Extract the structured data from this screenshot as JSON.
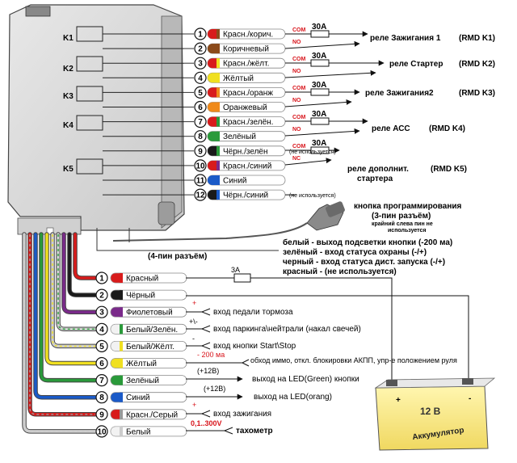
{
  "module": {
    "relays": [
      "K1",
      "K2",
      "K3",
      "K4",
      "K5"
    ]
  },
  "top_pins": [
    {
      "num": "1",
      "label": "Красн./корич.",
      "color": "#d81b1b",
      "stripe": "#8b4a1a"
    },
    {
      "num": "2",
      "label": "Коричневый",
      "color": "#8b4a1a",
      "stripe": "#8b4a1a"
    },
    {
      "num": "3",
      "label": "Красн./жёлт.",
      "color": "#d81b1b",
      "stripe": "#f0e020"
    },
    {
      "num": "4",
      "label": "Жёлтый",
      "color": "#f0e020",
      "stripe": "#f0e020"
    },
    {
      "num": "5",
      "label": "Красн./оранж",
      "color": "#d81b1b",
      "stripe": "#f08a1a"
    },
    {
      "num": "6",
      "label": "Оранжевый",
      "color": "#f08a1a",
      "stripe": "#f08a1a"
    },
    {
      "num": "7",
      "label": "Красн./зелён.",
      "color": "#d81b1b",
      "stripe": "#2a9a3a"
    },
    {
      "num": "8",
      "label": "Зелёный",
      "color": "#2a9a3a",
      "stripe": "#2a9a3a"
    },
    {
      "num": "9",
      "label": "Чёрн./зелён",
      "color": "#1a1a1a",
      "stripe": "#2a9a3a"
    },
    {
      "num": "10",
      "label": "Красн./синий",
      "color": "#d81b1b",
      "stripe": "#7a2a8a"
    },
    {
      "num": "11",
      "label": "Синий",
      "color": "#1a5ac8",
      "stripe": "#1a5ac8"
    },
    {
      "num": "12",
      "label": "Чёрн./синий",
      "color": "#1a1a1a",
      "stripe": "#1a5ac8"
    }
  ],
  "contacts": {
    "com": "COM",
    "no": "NO",
    "nc": "NC",
    "fuse": "30A",
    "unused": "(не используется)"
  },
  "relay_targets": [
    {
      "name": "реле Зажигания 1",
      "code": "(RMD K1)"
    },
    {
      "name": "реле Стартер",
      "code": "(RMD K2)"
    },
    {
      "name": "реле Зажигания2",
      "code": "(RMD K3)"
    },
    {
      "name": "реле АСС",
      "code": "(RMD K4)"
    },
    {
      "name": "реле дополнит.",
      "name2": "стартера",
      "code": "(RMD K5)"
    }
  ],
  "button": {
    "title": "кнопка программирования",
    "sub": "(3-пин разъём)",
    "note1": "крайний слева пин не",
    "note2": "используется"
  },
  "connector4": {
    "label": "(4-пин разъём)",
    "lines": [
      "белый -  выход  подсветки кнопки (-200 ма)",
      "зелёный         - вход статуса охраны (-/+)",
      "черный  - вход статуса дист. запуска (-/+)",
      "красный -  (не используется)"
    ]
  },
  "bottom_pins": [
    {
      "num": "1",
      "label": "Красный",
      "color": "#d81b1b",
      "stripe": "#d81b1b"
    },
    {
      "num": "2",
      "label": "Чёрный",
      "color": "#1a1a1a",
      "stripe": "#1a1a1a"
    },
    {
      "num": "3",
      "label": "Фиолетовый",
      "color": "#7a2a8a",
      "stripe": "#7a2a8a"
    },
    {
      "num": "4",
      "label": "Белый/Зелён.",
      "color": "#ffffff",
      "stripe": "#2a9a3a"
    },
    {
      "num": "5",
      "label": "Белый/Жёлт.",
      "color": "#ffffff",
      "stripe": "#f0e020"
    },
    {
      "num": "6",
      "label": "Жёлтый",
      "color": "#f0e020",
      "stripe": "#f0e020"
    },
    {
      "num": "7",
      "label": "Зелёный",
      "color": "#2a9a3a",
      "stripe": "#2a9a3a"
    },
    {
      "num": "8",
      "label": "Синий",
      "color": "#1a5ac8",
      "stripe": "#1a5ac8"
    },
    {
      "num": "9",
      "label": "Красн./Серый",
      "color": "#d81b1b",
      "stripe": "#999999"
    },
    {
      "num": "10",
      "label": "Белый",
      "color": "#ffffff",
      "stripe": "#cccccc"
    }
  ],
  "bottom_desc": {
    "fuse": "3А",
    "brake": "вход педали тормоза",
    "parking": "вход паркинга\\нейтрали (накал свечей)",
    "startstop": "вход кнопки Start\\Stop",
    "immo": "обход иммо, откл. блокировки АКПП, упр-е положением руля",
    "ma200": "- 200 ма",
    "plus12": "(+12В)",
    "led_green": "выход на LED(Green) кнопки",
    "led_orange": "выход на LED(orang)",
    "ignition": "вход зажигания",
    "volt": "0,1..300V",
    "tacho": "тахометр",
    "plus": "+",
    "minus": "-",
    "plusminus": "+\\-"
  },
  "battery": {
    "voltage": "12 В",
    "name": "Аккумулятор",
    "plus": "+",
    "minus": "-"
  }
}
